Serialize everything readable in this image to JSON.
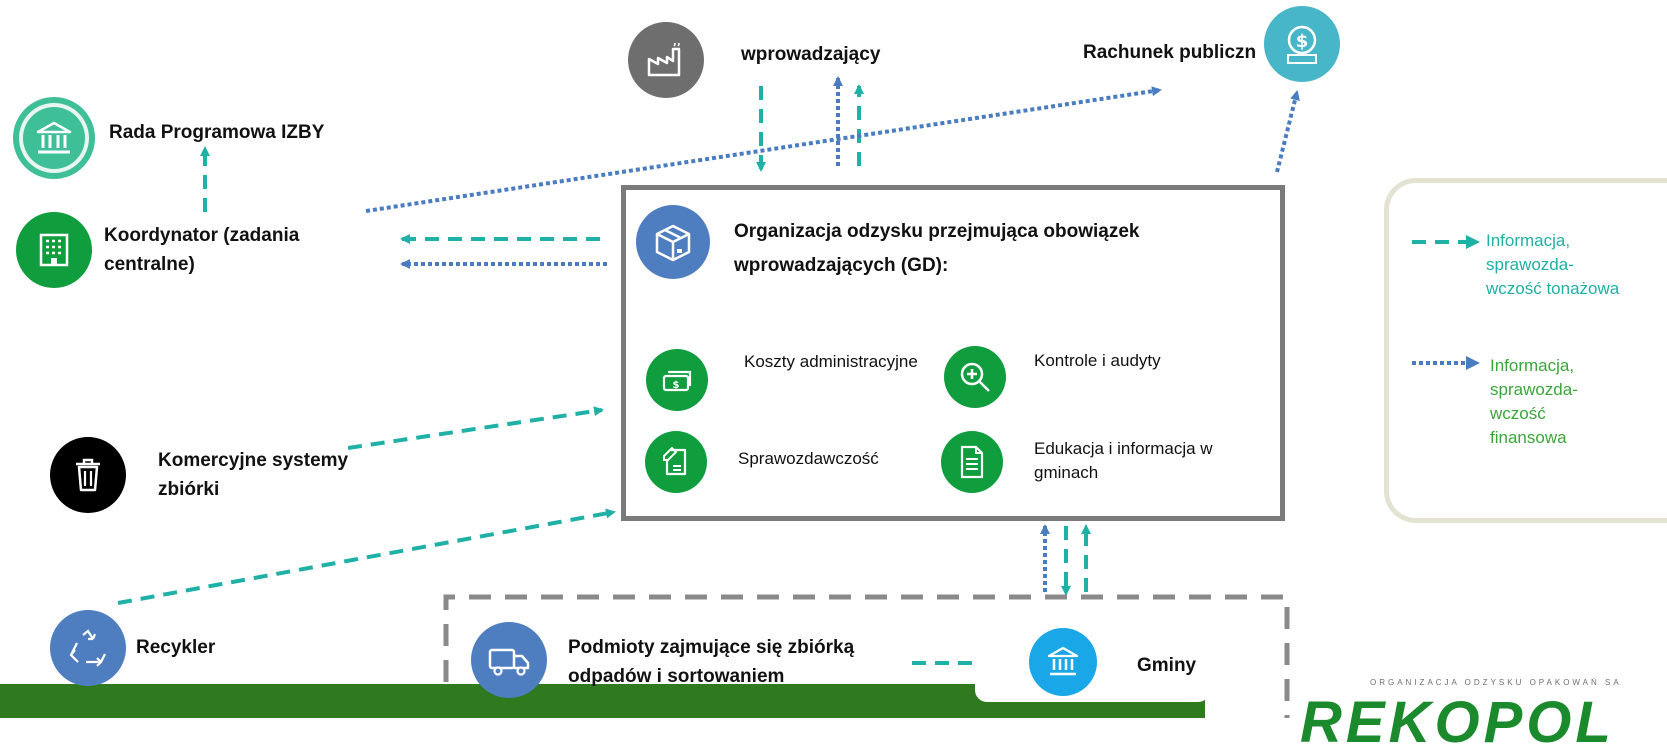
{
  "nodes": {
    "wprowadzajacy": "wprowadzający",
    "rachunek": "Rachunek publiczn",
    "rada": "Rada Programowa IZBY",
    "koordynator_line1": "Koordynator (zadania",
    "koordynator_line2": "centralne)",
    "komercyjne_line1": "Komercyjne systemy",
    "komercyjne_line2": "zbiórki",
    "recykler": "Recykler",
    "podmioty_line1": "Podmioty zajmujące się zbiórką",
    "podmioty_line2": "odpadów i sortowaniem",
    "gminy": "Gminy"
  },
  "main_box": {
    "title_line1": "Organizacja odzysku przejmująca obowiązek",
    "title_line2": "wprowadzających (GD):",
    "items": {
      "koszty": "Koszty administracyjne",
      "kontrole": "Kontrole i audyty",
      "sprawozdawczosc": "Sprawozdawczość",
      "edukacja_line1": "Edukacja i informacja w",
      "edukacja_line2": "gminach"
    }
  },
  "legend": {
    "dashed_line1": "Informacja,",
    "dashed_line2": "sprawozda-",
    "dashed_line3": "wczość tonażowa",
    "dotted_line1": "Informacja,",
    "dotted_line2": "sprawozda-",
    "dotted_line3": "wczość",
    "dotted_line4": "finansowa"
  },
  "logo": {
    "tagline": "ORGANIZACJA ODZYSKU OPAKOWAŃ SA",
    "name": "REKOPOL"
  },
  "colors": {
    "teal_dashed": "#1fb0a6",
    "blue_dotted": "#4a7cc2",
    "green_icon": "#0f9d3e",
    "blue_icon": "#4f7ec0",
    "grey_icon": "#6e6e6e",
    "cyan_icon": "#1aa7e8",
    "teal_icon": "#46b6c8"
  },
  "icons": [
    "factory-icon",
    "coin-icon",
    "bank-icon",
    "office-building-icon",
    "package-box-icon",
    "money-icon",
    "magnifier-plus-icon",
    "report-pen-icon",
    "document-icon",
    "trash-bin-icon",
    "recycle-icon",
    "truck-icon",
    "town-hall-icon"
  ]
}
